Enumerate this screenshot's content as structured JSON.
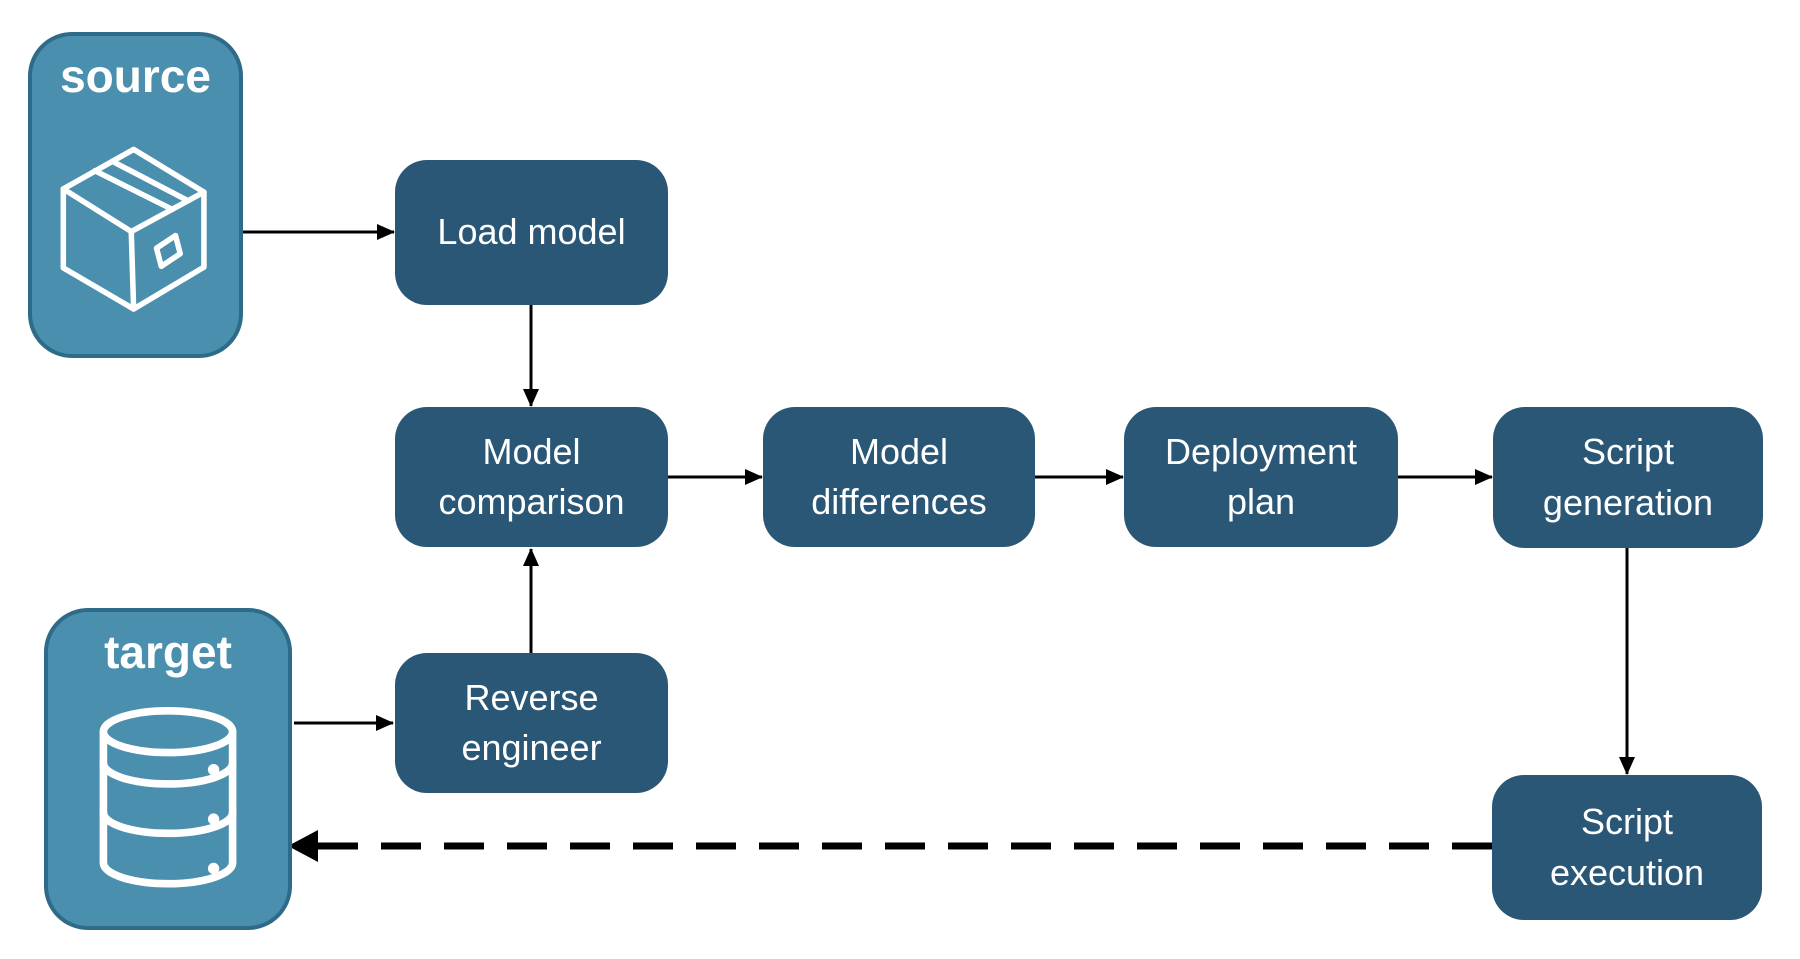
{
  "nodes": {
    "source": {
      "label": "source",
      "type": "store",
      "icon": "package-icon"
    },
    "target": {
      "label": "target",
      "type": "store",
      "icon": "database-icon"
    },
    "load_model": {
      "label": "Load model",
      "type": "process"
    },
    "model_comparison": {
      "label": "Model comparison",
      "type": "process"
    },
    "reverse_engineer": {
      "label": "Reverse engineer",
      "type": "process"
    },
    "model_differences": {
      "label": "Model differences",
      "type": "process"
    },
    "deployment_plan": {
      "label": "Deployment plan",
      "type": "process"
    },
    "script_generation": {
      "label": "Script generation",
      "type": "process"
    },
    "script_execution": {
      "label": "Script execution",
      "type": "process"
    }
  },
  "edges": [
    {
      "from": "source",
      "to": "load_model",
      "style": "solid"
    },
    {
      "from": "load_model",
      "to": "model_comparison",
      "style": "solid"
    },
    {
      "from": "target",
      "to": "reverse_engineer",
      "style": "solid"
    },
    {
      "from": "reverse_engineer",
      "to": "model_comparison",
      "style": "solid"
    },
    {
      "from": "model_comparison",
      "to": "model_differences",
      "style": "solid"
    },
    {
      "from": "model_differences",
      "to": "deployment_plan",
      "style": "solid"
    },
    {
      "from": "deployment_plan",
      "to": "script_generation",
      "style": "solid"
    },
    {
      "from": "script_generation",
      "to": "script_execution",
      "style": "solid"
    },
    {
      "from": "script_execution",
      "to": "target",
      "style": "dashed"
    }
  ],
  "colors": {
    "background": "#FFFFFF",
    "store_fill": "#4A8FAD",
    "store_border": "#2D6B89",
    "process_fill": "#2B5777",
    "label_text": "#FFFFFF",
    "arrow": "#000000"
  }
}
